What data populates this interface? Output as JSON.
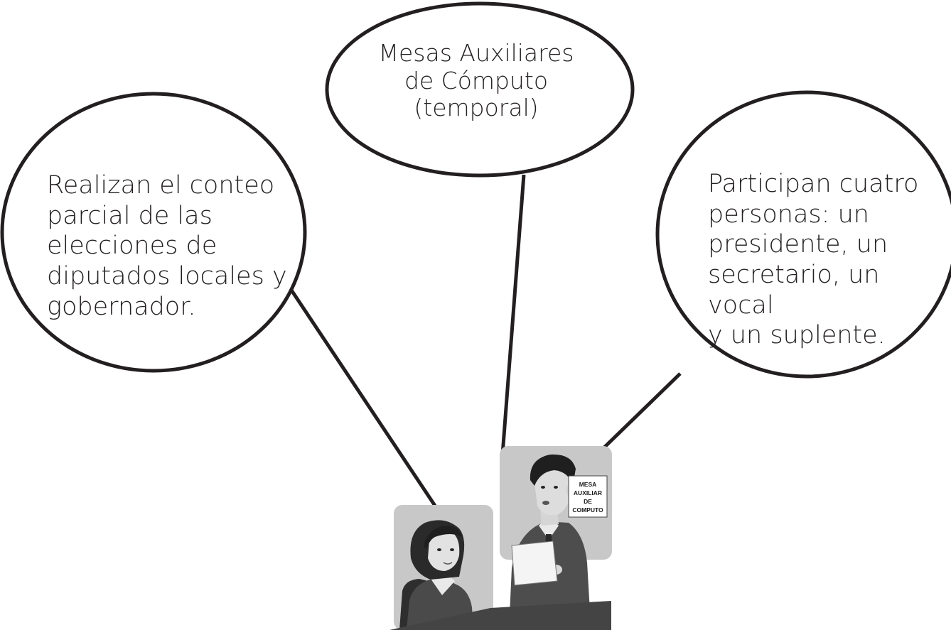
{
  "bubbles": {
    "top": "Mesas Auxiliares\nde Cómputo\n(temporal)",
    "left": "Realizan el conteo\nparcial de las\nelecciones de\ndiputados locales y\ngobernador.",
    "right": "Participan cuatro\npersonas: un\npresidente, un\nsecretario, un vocal\ny un suplente."
  },
  "sign": {
    "line1": "MESA",
    "line2": "AUXILIAR",
    "line3": "DE",
    "line4": "COMPUTO"
  },
  "colors": {
    "ink": "#231f20",
    "card": "#c8c8c8",
    "suit": "#5a5a5a",
    "table": "#444444"
  }
}
